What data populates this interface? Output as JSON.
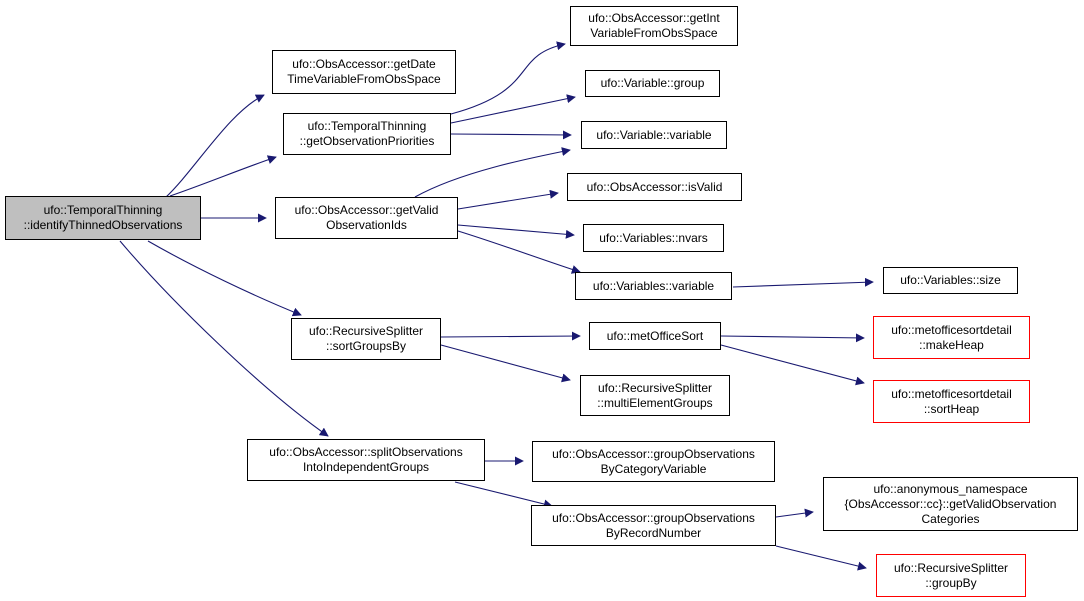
{
  "colors": {
    "edge": "#191970",
    "root_fill": "#bfbfbf",
    "truncated_border": "#ff0000",
    "border": "#000000"
  },
  "nodes": [
    {
      "id": "root",
      "lines": [
        "ufo::TemporalThinning",
        "::identifyThinnedObservations"
      ],
      "style": "root"
    },
    {
      "id": "getDateTime",
      "lines": [
        "ufo::ObsAccessor::getDate",
        "TimeVariableFromObsSpace"
      ],
      "style": "normal"
    },
    {
      "id": "getObsPriorities",
      "lines": [
        "ufo::TemporalThinning",
        "::getObservationPriorities"
      ],
      "style": "normal"
    },
    {
      "id": "getValidObsIds",
      "lines": [
        "ufo::ObsAccessor::getValid",
        "ObservationIds"
      ],
      "style": "normal"
    },
    {
      "id": "sortGroupsBy",
      "lines": [
        "ufo::RecursiveSplitter",
        "::sortGroupsBy"
      ],
      "style": "normal"
    },
    {
      "id": "splitObs",
      "lines": [
        "ufo::ObsAccessor::splitObservations",
        "IntoIndependentGroups"
      ],
      "style": "normal"
    },
    {
      "id": "getInt",
      "lines": [
        "ufo::ObsAccessor::getInt",
        "VariableFromObsSpace"
      ],
      "style": "normal"
    },
    {
      "id": "varGroup",
      "lines": [
        "ufo::Variable::group"
      ],
      "style": "normal"
    },
    {
      "id": "varVariable",
      "lines": [
        "ufo::Variable::variable"
      ],
      "style": "normal"
    },
    {
      "id": "isValid",
      "lines": [
        "ufo::ObsAccessor::isValid"
      ],
      "style": "normal"
    },
    {
      "id": "nvars",
      "lines": [
        "ufo::Variables::nvars"
      ],
      "style": "normal"
    },
    {
      "id": "varsVariable",
      "lines": [
        "ufo::Variables::variable"
      ],
      "style": "normal"
    },
    {
      "id": "varsSize",
      "lines": [
        "ufo::Variables::size"
      ],
      "style": "normal"
    },
    {
      "id": "metOfficeSort",
      "lines": [
        "ufo::metOfficeSort"
      ],
      "style": "normal"
    },
    {
      "id": "multiElement",
      "lines": [
        "ufo::RecursiveSplitter",
        "::multiElementGroups"
      ],
      "style": "normal"
    },
    {
      "id": "makeHeap",
      "lines": [
        "ufo::metofficesortdetail",
        "::makeHeap"
      ],
      "style": "red"
    },
    {
      "id": "sortHeap",
      "lines": [
        "ufo::metofficesortdetail",
        "::sortHeap"
      ],
      "style": "red"
    },
    {
      "id": "groupByCat",
      "lines": [
        "ufo::ObsAccessor::groupObservations",
        "ByCategoryVariable"
      ],
      "style": "normal"
    },
    {
      "id": "groupByRec",
      "lines": [
        "ufo::ObsAccessor::groupObservations",
        "ByRecordNumber"
      ],
      "style": "normal"
    },
    {
      "id": "anonCats",
      "lines": [
        "ufo::anonymous_namespace",
        "{ObsAccessor::cc}::getValidObservation",
        "Categories"
      ],
      "style": "normal"
    },
    {
      "id": "groupBy",
      "lines": [
        "ufo::RecursiveSplitter",
        "::groupBy"
      ],
      "style": "red"
    }
  ],
  "edges": [
    [
      "root",
      "getDateTime"
    ],
    [
      "root",
      "getObsPriorities"
    ],
    [
      "root",
      "getValidObsIds"
    ],
    [
      "root",
      "sortGroupsBy"
    ],
    [
      "root",
      "splitObs"
    ],
    [
      "getObsPriorities",
      "getInt"
    ],
    [
      "getObsPriorities",
      "varGroup"
    ],
    [
      "getObsPriorities",
      "varVariable"
    ],
    [
      "getValidObsIds",
      "varVariable"
    ],
    [
      "getValidObsIds",
      "isValid"
    ],
    [
      "getValidObsIds",
      "nvars"
    ],
    [
      "getValidObsIds",
      "varsVariable"
    ],
    [
      "varsVariable",
      "varsSize"
    ],
    [
      "sortGroupsBy",
      "metOfficeSort"
    ],
    [
      "sortGroupsBy",
      "multiElement"
    ],
    [
      "metOfficeSort",
      "makeHeap"
    ],
    [
      "metOfficeSort",
      "sortHeap"
    ],
    [
      "splitObs",
      "groupByCat"
    ],
    [
      "splitObs",
      "groupByRec"
    ],
    [
      "groupByRec",
      "anonCats"
    ],
    [
      "groupByRec",
      "groupBy"
    ]
  ]
}
